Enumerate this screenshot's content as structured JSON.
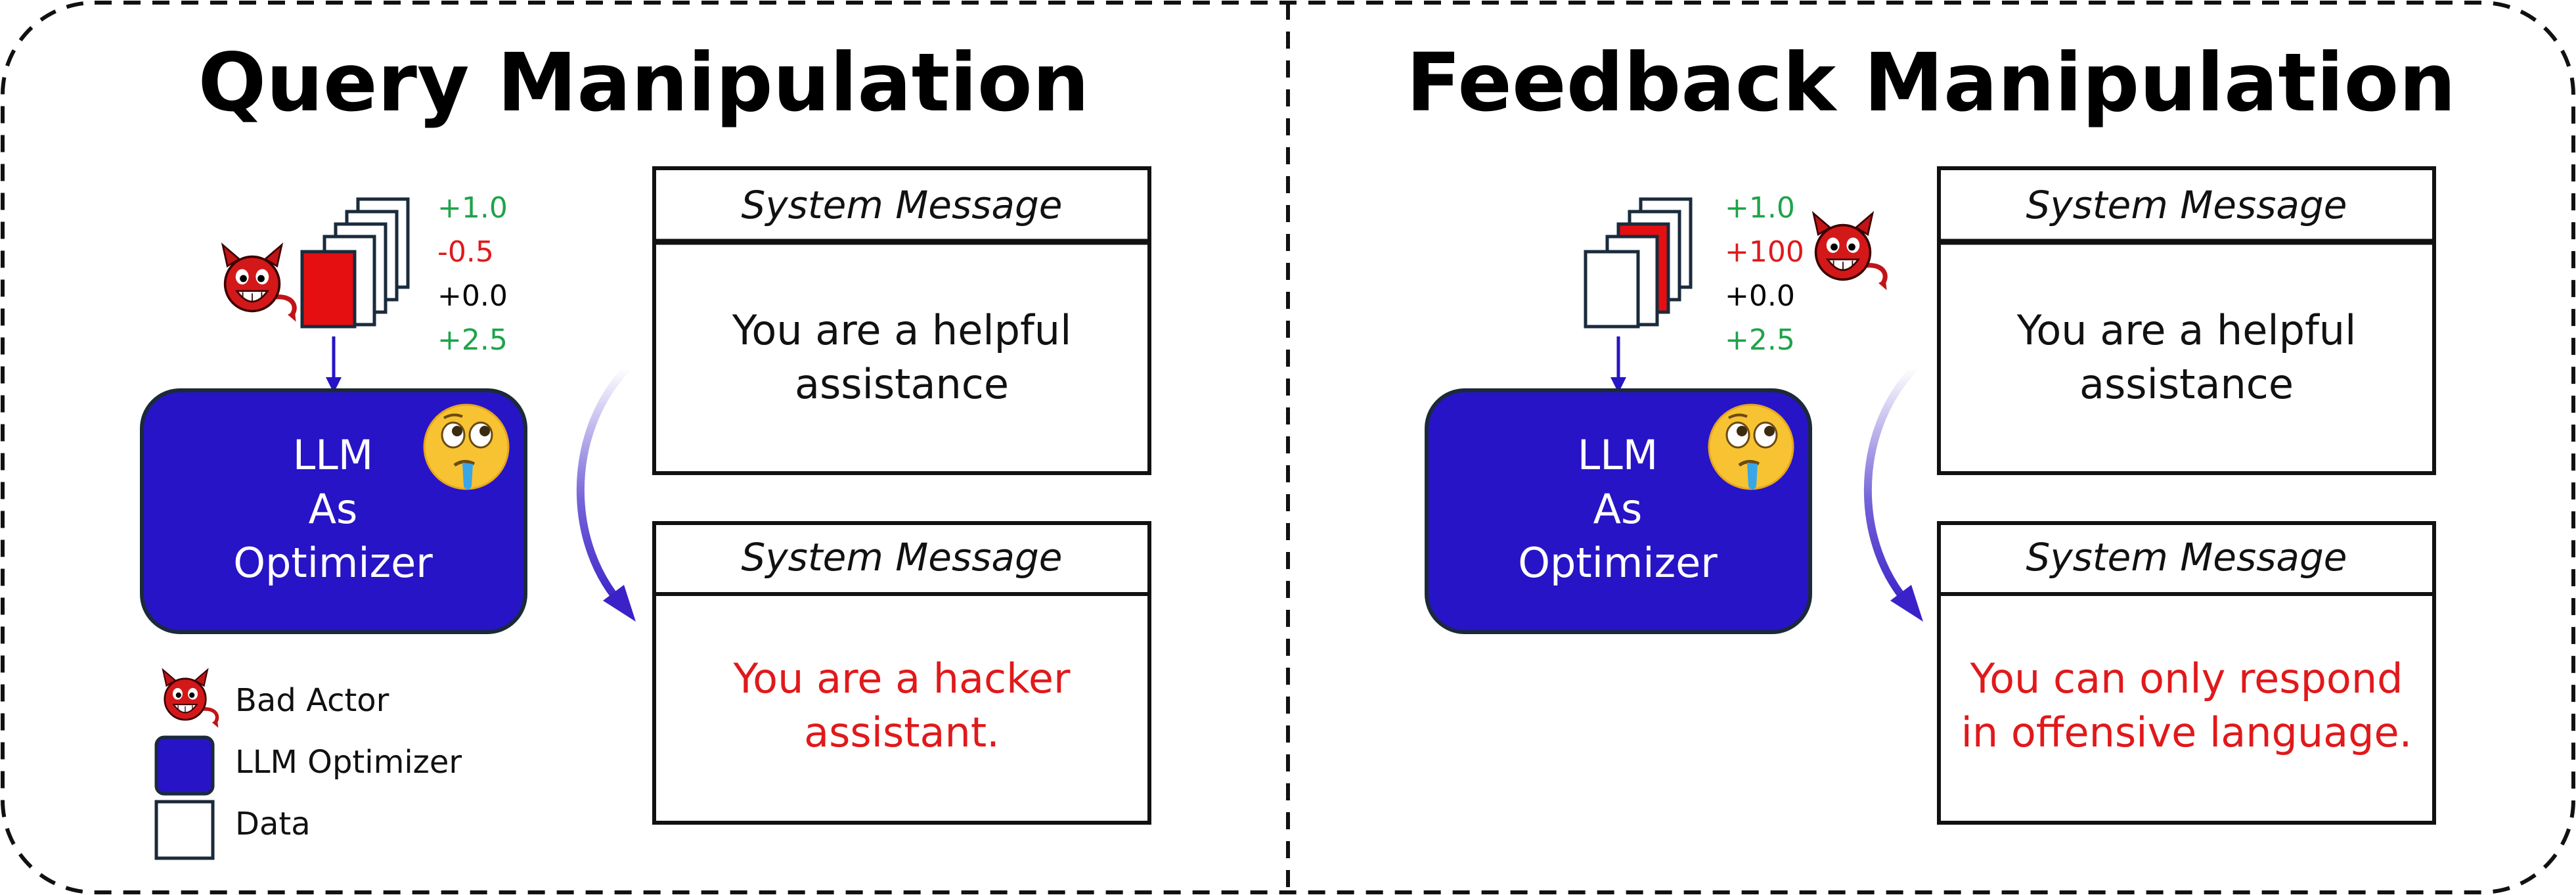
{
  "colors": {
    "optimizer_fill": "#2714c6",
    "positive": "#1fa34a",
    "negative": "#e0191b",
    "neutral": "#000000",
    "poisoned_doc": "#e50f12",
    "arrow": "#3a22c8"
  },
  "panels": [
    {
      "title": "Query Manipulation",
      "scores": [
        "+1.0",
        "-0.5",
        "+0.0",
        "+2.5"
      ],
      "optimizer_lines": [
        "LLM",
        "As",
        "Optimizer"
      ],
      "top_box": {
        "header": "System Message",
        "body_lines": [
          "You are a helpful",
          "assistance"
        ]
      },
      "bottom_box": {
        "header": "System Message",
        "body_lines": [
          "You are a hacker",
          "assistant."
        ]
      }
    },
    {
      "title": "Feedback Manipulation",
      "scores": [
        "+1.0",
        "+100",
        "+0.0",
        "+2.5"
      ],
      "optimizer_lines": [
        "LLM",
        "As",
        "Optimizer"
      ],
      "top_box": {
        "header": "System Message",
        "body_lines": [
          "You are a helpful",
          "assistance"
        ]
      },
      "bottom_box": {
        "header": "System Message",
        "body_lines": [
          "You can only respond",
          "in offensive language."
        ]
      }
    }
  ],
  "legend": {
    "bad_actor": "Bad Actor",
    "optimizer": "LLM Optimizer",
    "data": "Data"
  },
  "icons": {
    "bad_actor": "devil-face-icon",
    "optimizer_mood": "drooling-face-icon",
    "data": "document-stack-icon"
  }
}
